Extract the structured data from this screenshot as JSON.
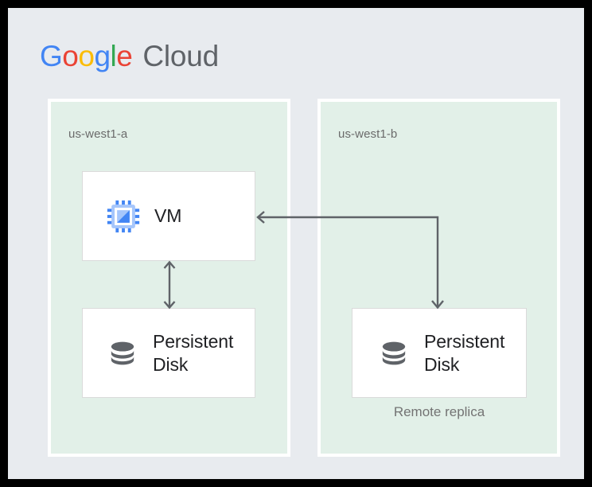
{
  "logo": {
    "word_google": "Google",
    "word_cloud": "Cloud",
    "letters": [
      {
        "char": "G",
        "color": "#4285f4"
      },
      {
        "char": "o",
        "color": "#ea4335"
      },
      {
        "char": "o",
        "color": "#fbbc05"
      },
      {
        "char": "g",
        "color": "#4285f4"
      },
      {
        "char": "l",
        "color": "#34a853"
      },
      {
        "char": "e",
        "color": "#ea4335"
      }
    ],
    "cloud_color": "#5f6368"
  },
  "zones": [
    {
      "id": "zone-a",
      "label": "us-west1-a"
    },
    {
      "id": "zone-b",
      "label": "us-west1-b"
    }
  ],
  "boxes": {
    "vm": {
      "label": "VM",
      "icon": "compute-engine-cpu-icon"
    },
    "persistent_disk_a": {
      "label": "Persistent\nDisk",
      "icon": "persistent-disk-icon"
    },
    "persistent_disk_b": {
      "label": "Persistent\nDisk",
      "icon": "persistent-disk-icon"
    }
  },
  "captions": {
    "remote_replica": "Remote replica"
  },
  "connectors": [
    {
      "name": "vm-to-disk-connector",
      "style": "double-headed-vertical-arrow"
    },
    {
      "name": "vm-to-remote-replica-connector",
      "style": "double-headed-elbow-arrow"
    }
  ],
  "colors": {
    "canvas_background": "#e8ebef",
    "zone_fill": "#e2f0e8",
    "zone_border": "#ffffff",
    "box_fill": "#ffffff",
    "box_border": "#dadada",
    "label_gray": "#6b6b6b",
    "caption_gray": "#737373",
    "text_dark": "#202124",
    "connector_gray": "#5f6368",
    "icon_blue_light": "#a6c6fb",
    "icon_blue": "#4285f4",
    "icon_disk_gray": "#5f6368",
    "outer_frame": "#000000"
  }
}
